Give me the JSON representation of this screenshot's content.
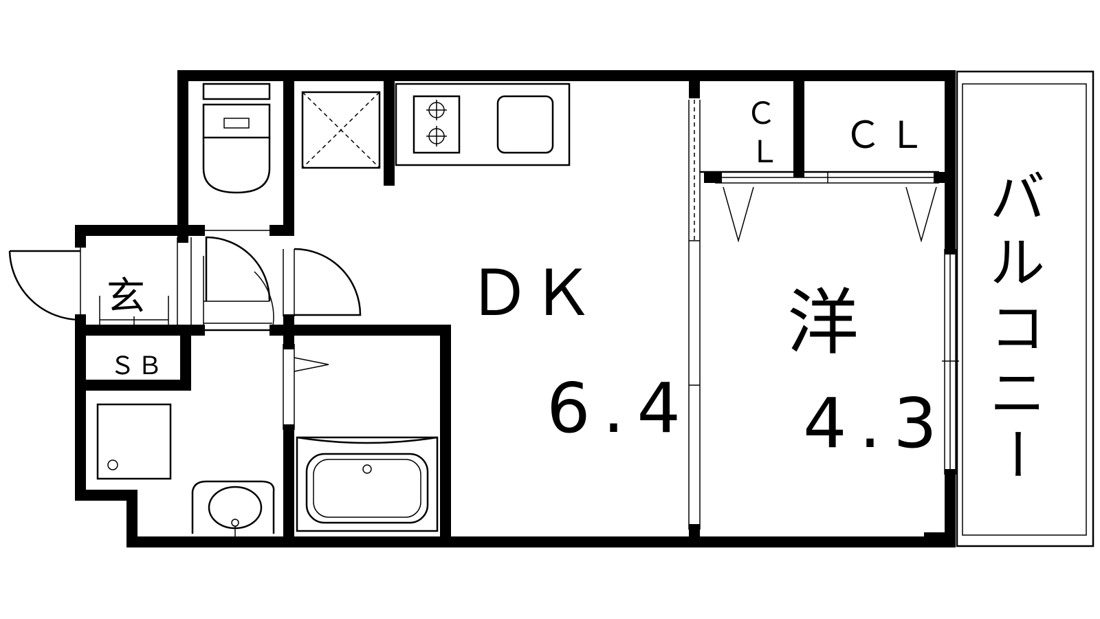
{
  "rooms": {
    "dk": {
      "name": "ＤＫ",
      "size": "6.4"
    },
    "western": {
      "name": "洋",
      "size": "4.3"
    },
    "entrance": {
      "name": "玄"
    },
    "shoe_box": {
      "name": "ＳＢ"
    },
    "closet_small": {
      "line1": "Ｃ",
      "line2": "Ｌ"
    },
    "closet_large": {
      "name": "ＣＬ"
    },
    "balcony": {
      "line1": "バ",
      "line2": "ル",
      "line3": "コ",
      "line4": "ニ",
      "line5": "ー"
    }
  }
}
